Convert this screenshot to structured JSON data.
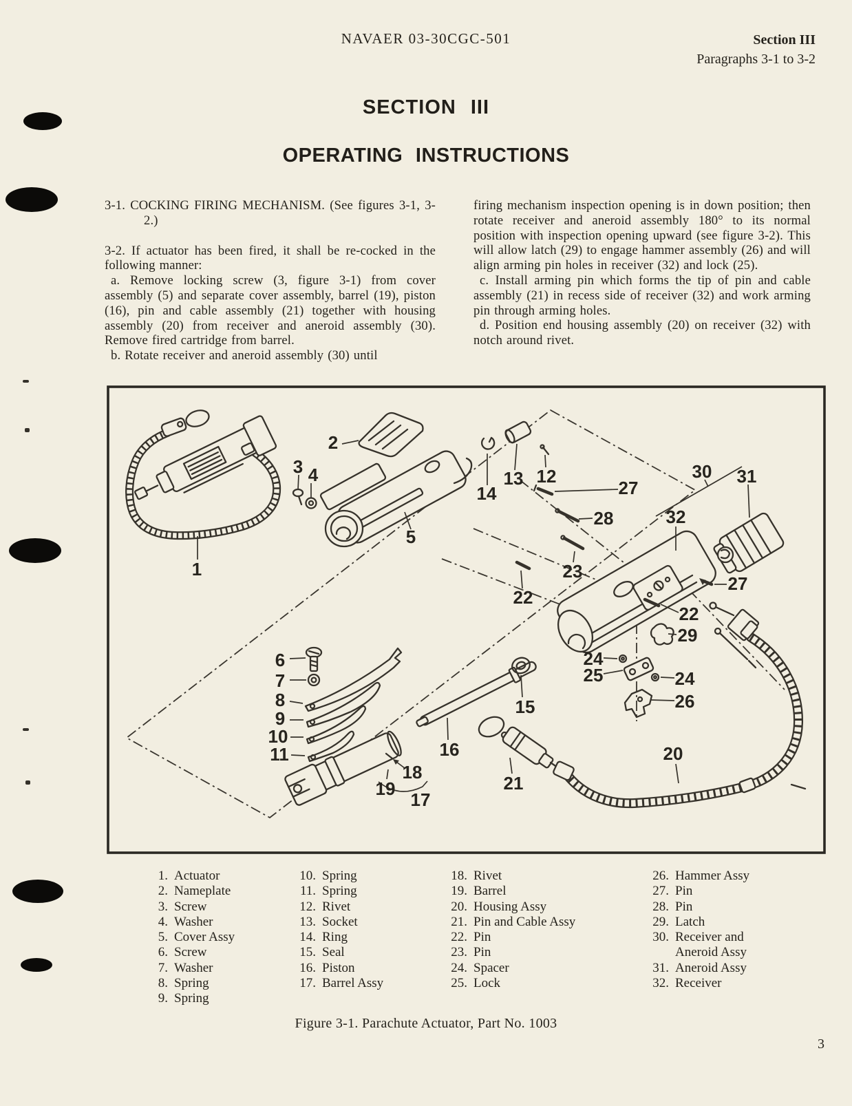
{
  "page": {
    "header": {
      "center": "NAVAER 03-30CGC-501",
      "right_line1": "Section III",
      "right_line2": "Paragraphs 3-1 to 3-2"
    },
    "titles": {
      "section": "SECTION III",
      "subtitle": "OPERATING INSTRUCTIONS"
    },
    "page_number": "3"
  },
  "body": {
    "left": {
      "heading": "3-1.  COCKING FIRING MECHANISM. (See figures 3-1, 3-2.)",
      "para_3_2": "3-2.  If actuator has been fired, it shall be re-cocked in the following manner:",
      "step_a": "a.  Remove locking screw (3, figure 3-1) from cover assembly (5) and separate cover assembly, barrel (19), piston (16), pin and cable assembly (21) together with housing assembly (20) from receiver and aneroid assembly (30).  Remove fired cartridge from barrel.",
      "step_b": "b.  Rotate receiver and aneroid assembly (30) until"
    },
    "right": {
      "continuation": "firing mechanism inspection opening is in down position; then rotate receiver and aneroid assembly 180° to its normal position with inspection opening upward (see figure 3-2).  This will allow latch (29) to engage hammer assembly (26) and will align arming pin holes in receiver (32) and lock (25).",
      "step_c": "c.  Install arming pin which forms the tip of pin and cable assembly (21) in recess side of receiver (32) and work arming pin through arming holes.",
      "step_d": "d.  Position end housing assembly (20) on receiver (32) with notch around rivet."
    }
  },
  "figure": {
    "caption": "Figure 3-1.  Parachute Actuator, Part No. 1003",
    "callouts": [
      {
        "n": "1"
      },
      {
        "n": "2"
      },
      {
        "n": "3"
      },
      {
        "n": "4"
      },
      {
        "n": "5"
      },
      {
        "n": "6"
      },
      {
        "n": "7"
      },
      {
        "n": "8"
      },
      {
        "n": "9"
      },
      {
        "n": "10"
      },
      {
        "n": "11"
      },
      {
        "n": "12"
      },
      {
        "n": "13"
      },
      {
        "n": "14"
      },
      {
        "n": "15"
      },
      {
        "n": "16"
      },
      {
        "n": "17"
      },
      {
        "n": "18"
      },
      {
        "n": "19"
      },
      {
        "n": "20"
      },
      {
        "n": "21"
      },
      {
        "n": "22"
      },
      {
        "n": "23"
      },
      {
        "n": "24"
      },
      {
        "n": "25"
      },
      {
        "n": "24"
      },
      {
        "n": "26"
      },
      {
        "n": "27"
      },
      {
        "n": "28"
      },
      {
        "n": "29"
      },
      {
        "n": "30"
      },
      {
        "n": "31"
      },
      {
        "n": "32"
      },
      {
        "n": "27"
      },
      {
        "n": "22"
      }
    ],
    "parts_list": {
      "col1": [
        {
          "num": "1.",
          "name": "Actuator"
        },
        {
          "num": "2.",
          "name": "Nameplate"
        },
        {
          "num": "3.",
          "name": "Screw"
        },
        {
          "num": "4.",
          "name": "Washer"
        },
        {
          "num": "5.",
          "name": "Cover Assy"
        },
        {
          "num": "6.",
          "name": "Screw"
        },
        {
          "num": "7.",
          "name": "Washer"
        },
        {
          "num": "8.",
          "name": "Spring"
        },
        {
          "num": "9.",
          "name": "Spring"
        }
      ],
      "col2": [
        {
          "num": "10.",
          "name": "Spring"
        },
        {
          "num": "11.",
          "name": "Spring"
        },
        {
          "num": "12.",
          "name": "Rivet"
        },
        {
          "num": "13.",
          "name": "Socket"
        },
        {
          "num": "14.",
          "name": "Ring"
        },
        {
          "num": "15.",
          "name": "Seal"
        },
        {
          "num": "16.",
          "name": "Piston"
        },
        {
          "num": "17.",
          "name": "Barrel Assy"
        }
      ],
      "col3": [
        {
          "num": "18.",
          "name": "Rivet"
        },
        {
          "num": "19.",
          "name": "Barrel"
        },
        {
          "num": "20.",
          "name": "Housing Assy"
        },
        {
          "num": "21.",
          "name": "Pin and Cable Assy"
        },
        {
          "num": "22.",
          "name": "Pin"
        },
        {
          "num": "23.",
          "name": "Pin"
        },
        {
          "num": "24.",
          "name": "Spacer"
        },
        {
          "num": "25.",
          "name": "Lock"
        }
      ],
      "col4": [
        {
          "num": "26.",
          "name": "Hammer Assy"
        },
        {
          "num": "27.",
          "name": "Pin"
        },
        {
          "num": "28.",
          "name": "Pin"
        },
        {
          "num": "29.",
          "name": "Latch"
        },
        {
          "num": "30.",
          "name": "Receiver and Aneroid Assy"
        },
        {
          "num": "31.",
          "name": "Aneroid Assy"
        },
        {
          "num": "32.",
          "name": "Receiver"
        }
      ]
    }
  }
}
